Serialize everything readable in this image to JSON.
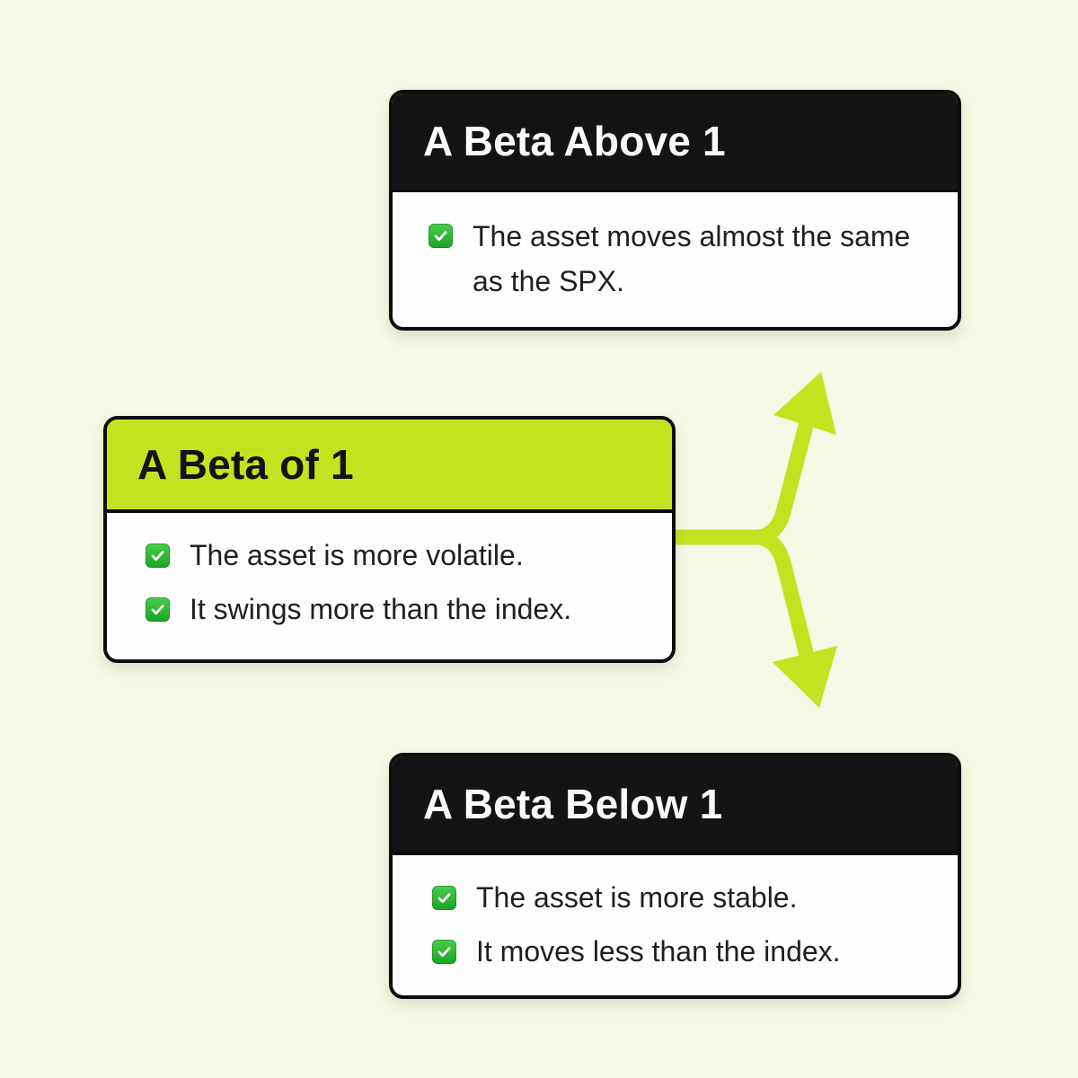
{
  "palette": {
    "page_background": "#f7f9e6",
    "accent_lime": "#c2e420",
    "header_dark": "#141414",
    "card_background": "#fefefe",
    "outline_black": "#0d0d0d",
    "checkbox_green": "#22b32c",
    "body_text": "#1f1f1f",
    "title_on_dark": "#fafafa",
    "title_on_lime": "#131313"
  },
  "cards": {
    "above": {
      "title": "A Beta Above 1",
      "items": [
        {
          "lines": [
            "The asset moves almost the same",
            "as the SPX."
          ]
        }
      ]
    },
    "of_one": {
      "title": "A Beta of 1",
      "items": [
        {
          "lines": [
            "The asset is more volatile."
          ]
        },
        {
          "lines": [
            "It swings more than the index."
          ]
        }
      ]
    },
    "below": {
      "title": "A Beta Below 1",
      "items": [
        {
          "lines": [
            "The asset is more stable."
          ]
        },
        {
          "lines": [
            "It moves less than the index."
          ]
        }
      ]
    }
  },
  "connector": {
    "color": "#c2e420",
    "from": "A Beta of 1",
    "to": [
      "A Beta Above 1",
      "A Beta Below 1"
    ]
  }
}
